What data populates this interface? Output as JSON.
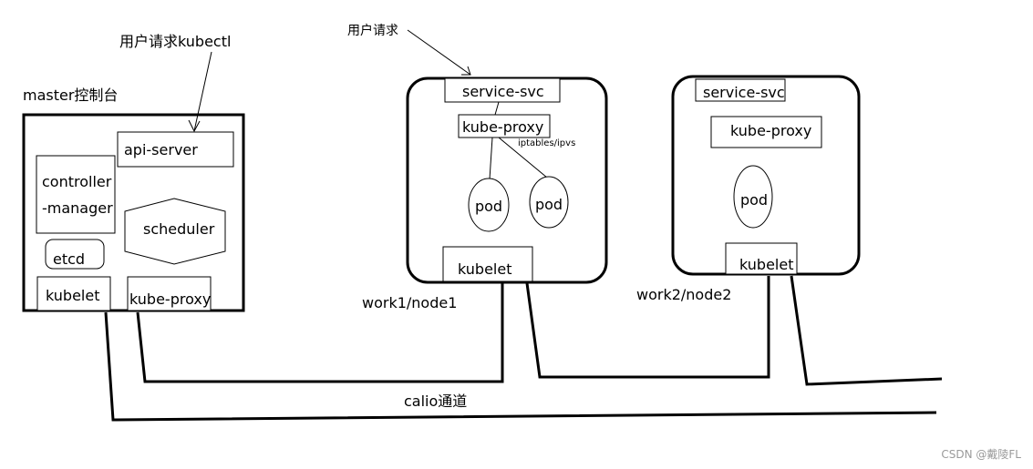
{
  "annotations": {
    "user_request_kubectl": "用户请求kubectl",
    "user_request": "用户请求",
    "master_title": "master控制台",
    "worker1_name": "work1/node1",
    "worker2_name": "work2/node2",
    "network_label": "calio通道",
    "iptables_note": "iptables/ipvs"
  },
  "master": {
    "api_server": "api-server",
    "controller_line1": "controller",
    "controller_line2": "-manager",
    "scheduler": "scheduler",
    "etcd": "etcd",
    "kubelet": "kubelet",
    "kube_proxy": "kube-proxy"
  },
  "node1": {
    "service": "service-svc",
    "kube_proxy": "kube-proxy",
    "pod_a": "pod",
    "pod_b": "pod",
    "kubelet": "kubelet"
  },
  "node2": {
    "service": "service-svc",
    "kube_proxy": "kube-proxy",
    "pod": "pod",
    "kubelet": "kubelet"
  },
  "watermark": "CSDN @戴陵FL",
  "colors": {
    "stroke": "#000000",
    "background": "#ffffff",
    "watermark": "#9a9a9a"
  }
}
